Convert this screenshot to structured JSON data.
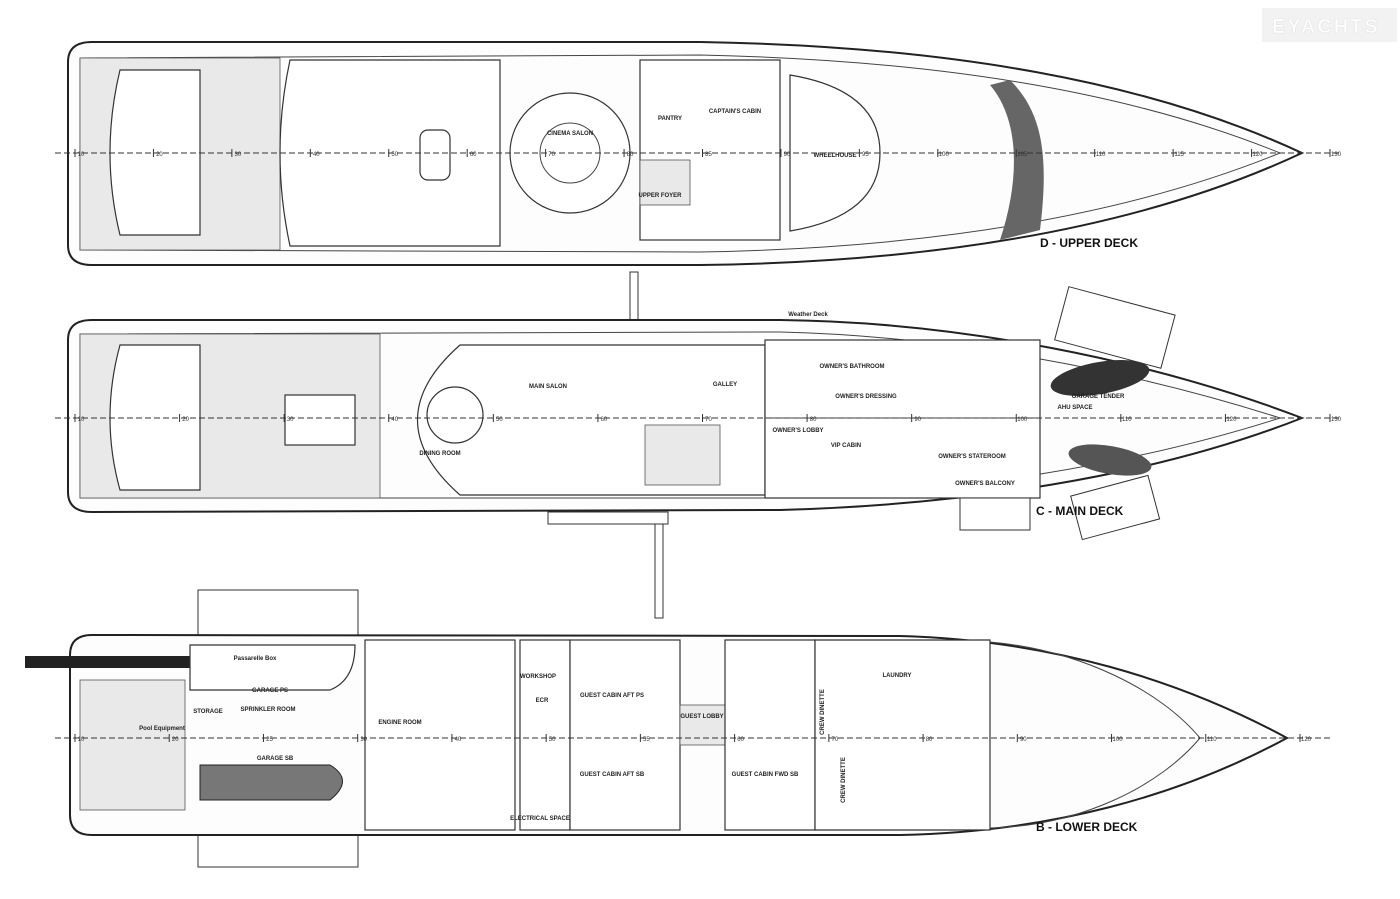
{
  "logo": "EYACHTS",
  "decks": [
    {
      "title": "D - UPPER DECK",
      "rooms": [
        "CINEMA SALON",
        "PANTRY",
        "CAPTAIN'S CABIN",
        "UPPER FOYER",
        "WHEELHOUSE"
      ],
      "frames": [
        "10",
        "20",
        "30",
        "40",
        "50",
        "60",
        "70",
        "80",
        "85",
        "90",
        "95",
        "100",
        "105",
        "110",
        "115",
        "120",
        "130"
      ]
    },
    {
      "title": "C - MAIN DECK",
      "rooms": [
        "MAIN SALON",
        "DINING ROOM",
        "GALLEY",
        "OWNER'S BATHROOM",
        "OWNER'S DRESSING",
        "OWNER'S LOBBY",
        "VIP CABIN",
        "OWNER'S STATEROOM",
        "OWNER'S BALCONY",
        "AHU SPACE",
        "GARAGE TENDER",
        "Weather Deck"
      ],
      "frames": [
        "10",
        "20",
        "30",
        "40",
        "50",
        "60",
        "70",
        "80",
        "90",
        "100",
        "110",
        "120",
        "130"
      ]
    },
    {
      "title": "B - LOWER DECK",
      "rooms": [
        "Passarelle Box",
        "GARAGE PS",
        "STORAGE",
        "SPRINKLER ROOM",
        "Pool Equipment",
        "ENGINE ROOM",
        "GARAGE SB",
        "WORKSHOP",
        "ECR",
        "ELECTRICAL SPACE",
        "GUEST CABIN AFT PS",
        "GUEST LOBBY",
        "GUEST CABIN AFT SB",
        "GUEST CABIN FWD SB",
        "CREW DINETTE",
        "CREW DINETTE",
        "LAUNDRY"
      ],
      "frames": [
        "10",
        "20",
        "25",
        "30",
        "40",
        "50",
        "55",
        "60",
        "70",
        "80",
        "90",
        "100",
        "110",
        "120"
      ]
    }
  ]
}
